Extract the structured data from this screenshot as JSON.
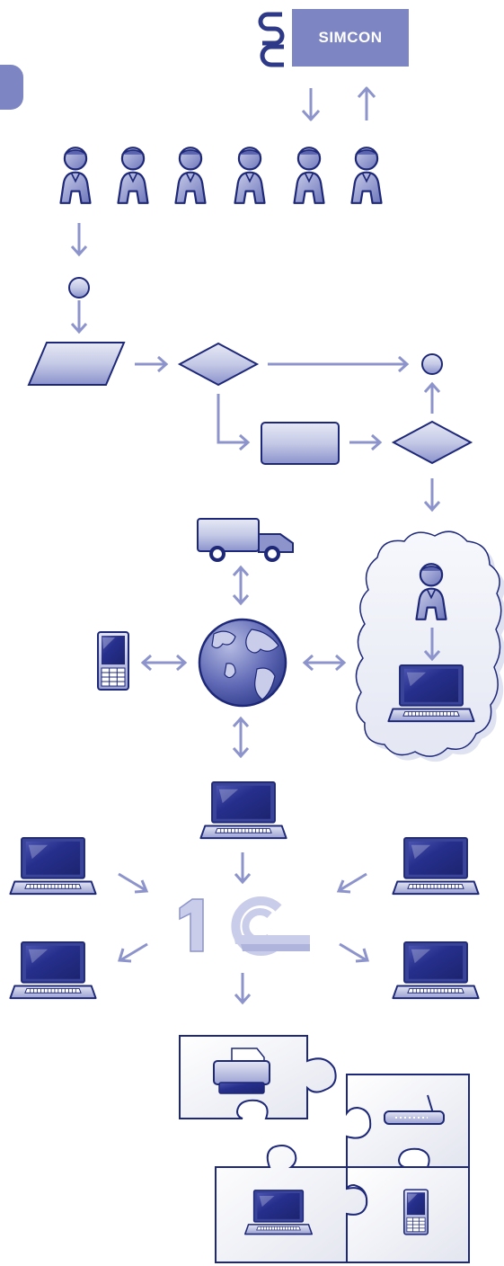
{
  "brand": {
    "name": "SIMCON",
    "mark_letters": [
      "S",
      "C"
    ],
    "color": "#7d86c2"
  },
  "colors": {
    "primary": "#7d86c2",
    "primary_dark": "#2e3a88",
    "arrow": "#8c94cb",
    "outline": "#1e2878",
    "screen": "#262f8c",
    "cloud_fill": "#eef0f8"
  },
  "diagram": {
    "users_row_count": 6,
    "icons": [
      "user-icon",
      "circle-node",
      "parallelogram-node",
      "diamond-node",
      "rectangle-node",
      "truck-icon",
      "globe-icon",
      "mobile-phone-icon",
      "laptop-icon",
      "cloud-icon",
      "1c-logo",
      "printer-icon",
      "router-icon",
      "puzzle-pieces"
    ]
  }
}
